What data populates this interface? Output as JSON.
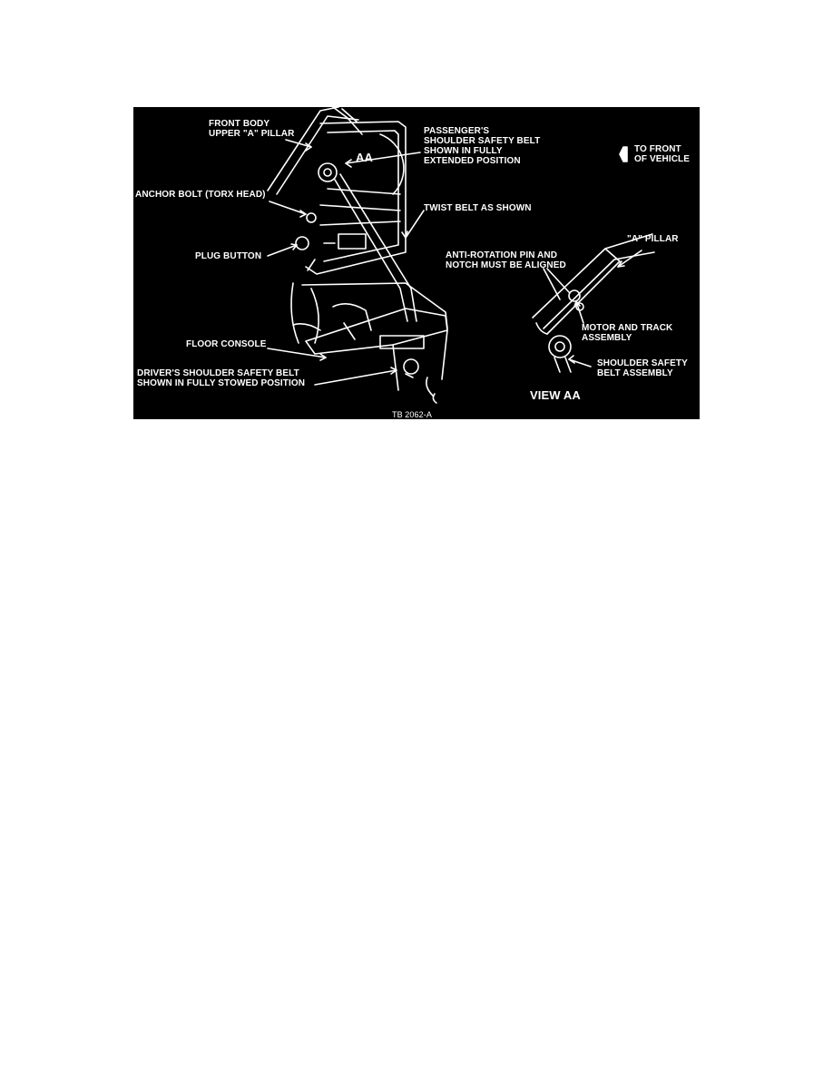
{
  "figure": {
    "labels": {
      "front_body_pillar": "FRONT BODY\nUPPER \"A\" PILLAR",
      "passenger_belt": "PASSENGER'S\nSHOULDER SAFETY BELT\nSHOWN IN FULLY\nEXTENDED POSITION",
      "aa_marker": "AA",
      "to_front": "TO FRONT\nOF VEHICLE",
      "anchor_bolt": "ANCHOR BOLT (TORX HEAD)",
      "twist_belt": "TWIST BELT AS SHOWN",
      "plug_button": "PLUG BUTTON",
      "a_pillar": "\"A\" PILLAR",
      "anti_rotation": "ANTI-ROTATION PIN AND\nNOTCH MUST BE ALIGNED",
      "motor_track": "MOTOR AND TRACK\nASSEMBLY",
      "floor_console": "FLOOR CONSOLE",
      "shoulder_assembly": "SHOULDER SAFETY\nBELT ASSEMBLY",
      "driver_belt": "DRIVER'S SHOULDER SAFETY BELT\nSHOWN IN FULLY STOWED POSITION",
      "view_aa": "VIEW AA",
      "figure_id": "TB 2062-A"
    },
    "colors": {
      "background": "#000000",
      "linework": "#ffffff",
      "page": "#ffffff"
    }
  }
}
